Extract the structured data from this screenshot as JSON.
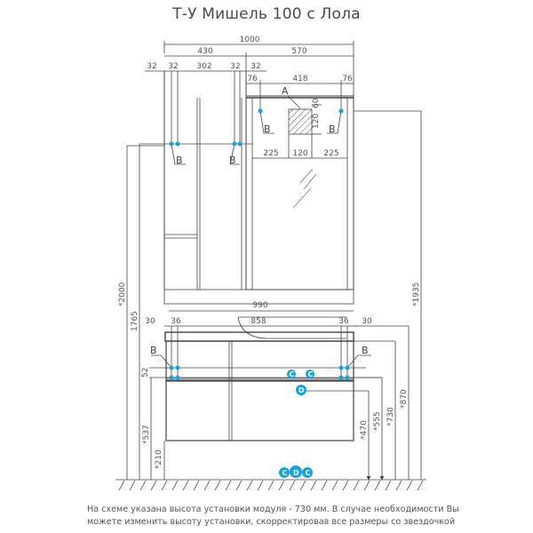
{
  "title": "Т-У Мишель 100 с Лола",
  "colors": {
    "line": "#444444",
    "thin": "#777777",
    "marker": "#1aa3d9",
    "text": "#555555"
  },
  "dimensions": {
    "top": {
      "overall": "1000",
      "left_cabinet": "430",
      "mirror_cabinet": "570",
      "left_offset": "32",
      "left_inner_1": "32",
      "left_span": "302",
      "left_inner_2": "32",
      "mirror_offset": "32",
      "mirror_left": "76",
      "mirror_center": "418",
      "mirror_right": "76",
      "socket_left": "225",
      "socket_width": "120",
      "socket_right": "225",
      "socket_height": "120",
      "socket_top": "60"
    },
    "vanity": {
      "width": "990",
      "sink": "858",
      "left_inset": "36",
      "left_offset": "30",
      "right_inset": "36",
      "right_offset": "30",
      "mount_height": "52"
    },
    "vertical": {
      "total_height": "*2000",
      "mirror_top": "1765",
      "cabinet_top": "*1935",
      "vanity_top": "*870",
      "mount_line": "*730",
      "plumbing_c": "*555",
      "plumbing_d": "*470",
      "left_mount": "*537",
      "bottom_gap": "*210"
    }
  },
  "labels": {
    "socket": "A",
    "mount": "B",
    "water": "C",
    "drain": "D"
  },
  "note": {
    "line1": "На схеме указана высота установки модуля - 730 мм. В случае необходимости Вы",
    "line2": "можете изменить высоту установки, скорректировав все размеры со звездочкой"
  }
}
